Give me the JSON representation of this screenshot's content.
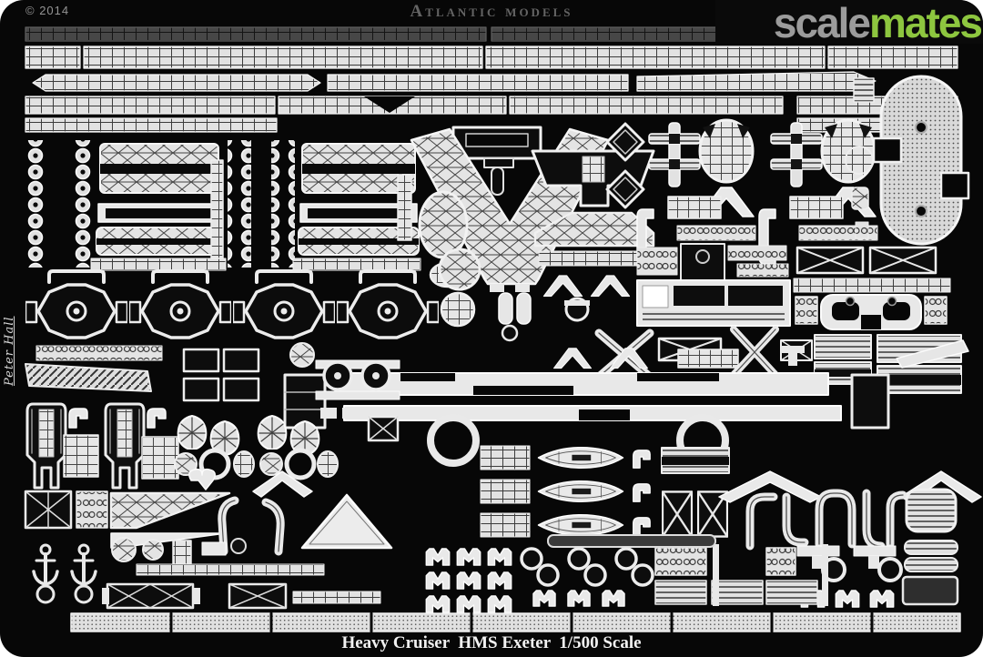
{
  "header": {
    "copyright": "© 2014",
    "brand": "Atlantic models"
  },
  "watermark": {
    "part_gray": "scale",
    "part_green": "mates",
    "gray_color": "#9b9b9b",
    "green_color": "#8dc63f"
  },
  "footer": {
    "caption": "Heavy Cruiser  HMS Exeter  1/500 Scale"
  },
  "side": {
    "signature": "Peter Hall"
  },
  "colors": {
    "sheet_background": "#070707",
    "etched_metal": "#e9e9e9",
    "page_background": "#ffffff"
  }
}
